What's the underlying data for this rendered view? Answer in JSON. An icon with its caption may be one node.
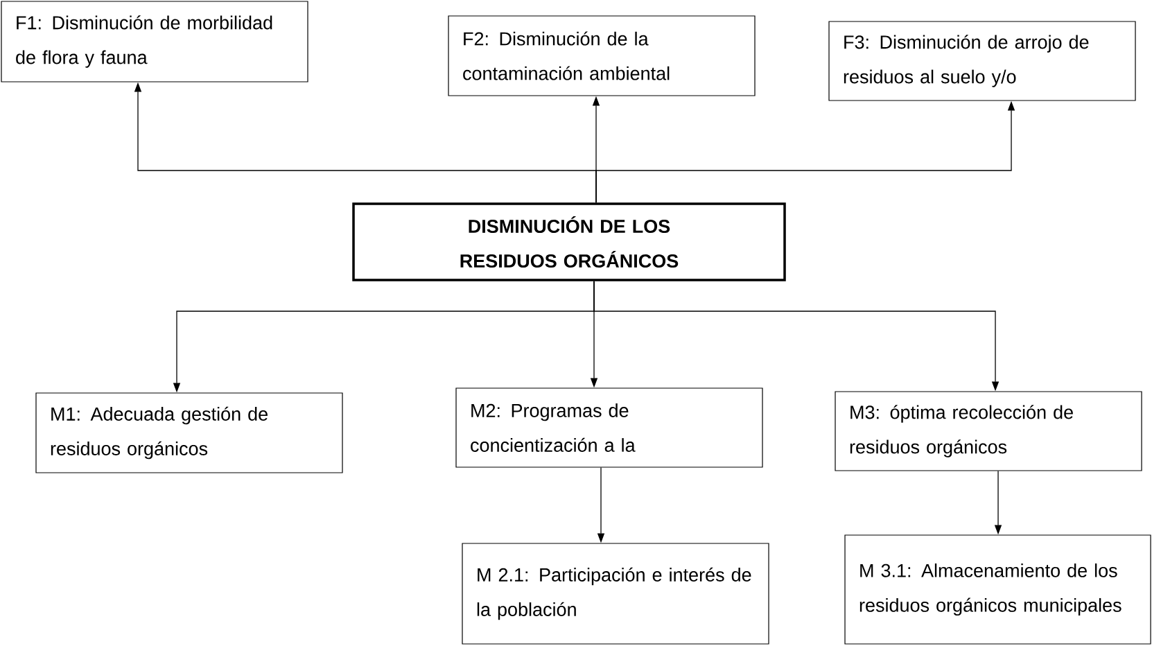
{
  "diagram": {
    "nodes": [
      {
        "text": [
          "F1: Disminución de morbilidad de flora y fauna"
        ]
      },
      {
        "text": [
          "F2: Disminución de la contaminación ambiental"
        ]
      },
      {
        "text": [
          "F3: Disminución de arrojo de residuos al suelo y/o"
        ]
      },
      {
        "text": [
          "DISMINUCIÓN DE LOS RESIDUOS ORGÁNICOS"
        ]
      },
      {
        "text": [
          "M1: Adecuada gestión de residuos orgánicos"
        ]
      },
      {
        "text": [
          "M2: Programas de concientización a la"
        ]
      },
      {
        "text": [
          "M3: óptima recolección de residuos orgánicos"
        ]
      },
      {
        "text": [
          "M 2.1: Participación e interés de la población"
        ]
      },
      {
        "text": [
          "M 3.1: Almacenamiento de los residuos orgánicos municipales"
        ]
      }
    ],
    "edges": [
      {
        "from": 3,
        "to": 0,
        "arrow": "to"
      },
      {
        "from": 3,
        "to": 1,
        "arrow": "to"
      },
      {
        "from": 3,
        "to": 2,
        "arrow": "to"
      },
      {
        "from": 3,
        "to": 4,
        "arrow": "to"
      },
      {
        "from": 3,
        "to": 5,
        "arrow": "to"
      },
      {
        "from": 3,
        "to": 6,
        "arrow": "to"
      },
      {
        "from": 5,
        "to": 7,
        "arrow": "to"
      },
      {
        "from": 6,
        "to": 8,
        "arrow": "to"
      }
    ]
  }
}
